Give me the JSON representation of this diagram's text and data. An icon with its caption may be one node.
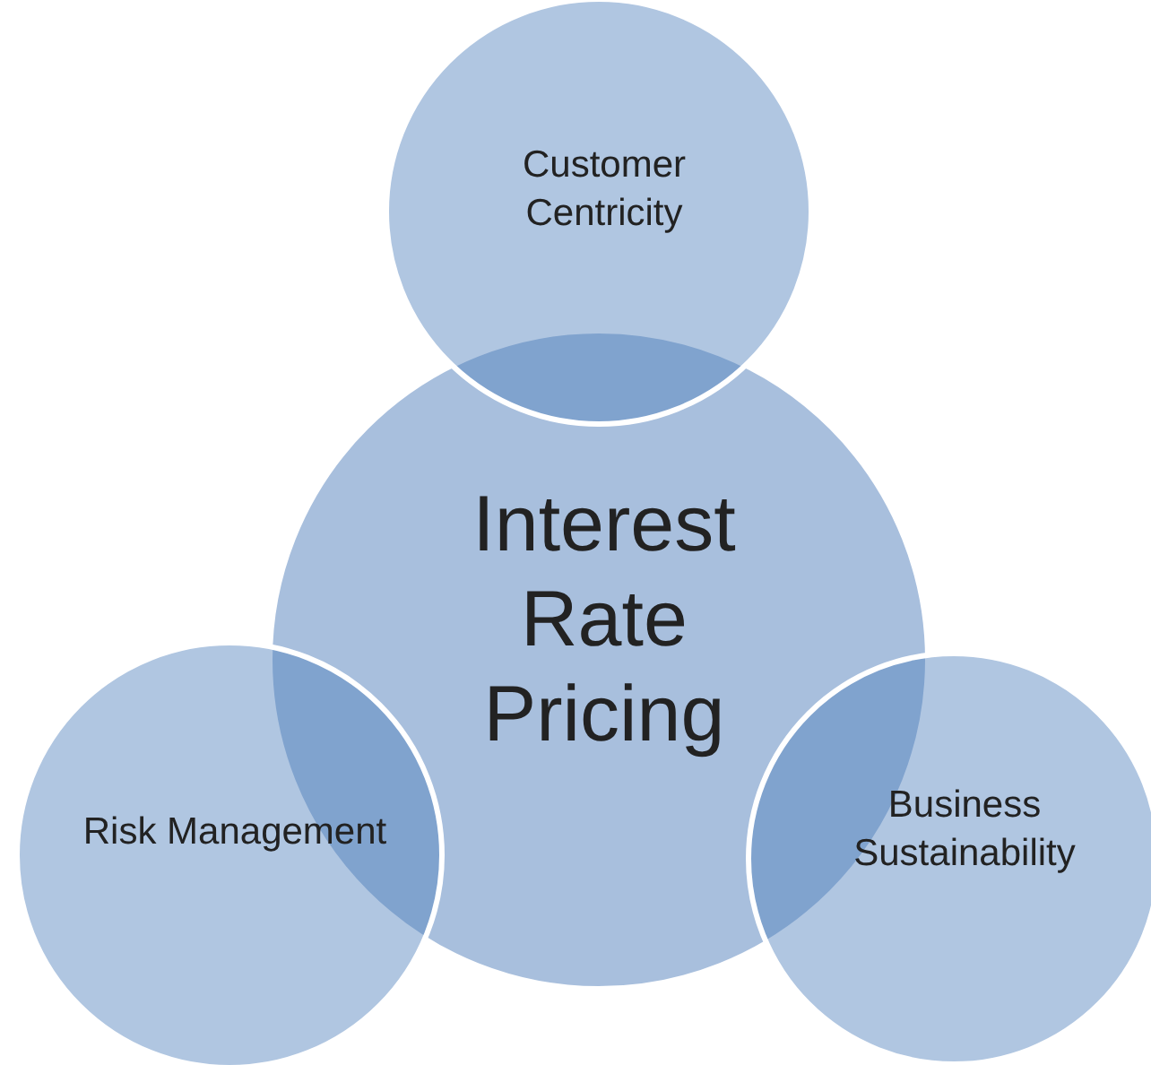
{
  "diagram": {
    "nodes": [
      {
        "text": [
          "Customer Centricity"
        ]
      },
      {
        "text": [
          "Interest Rate Pricing"
        ]
      },
      {
        "text": [
          "Risk Management"
        ]
      },
      {
        "text": [
          "Business Sustainability"
        ]
      }
    ]
  }
}
